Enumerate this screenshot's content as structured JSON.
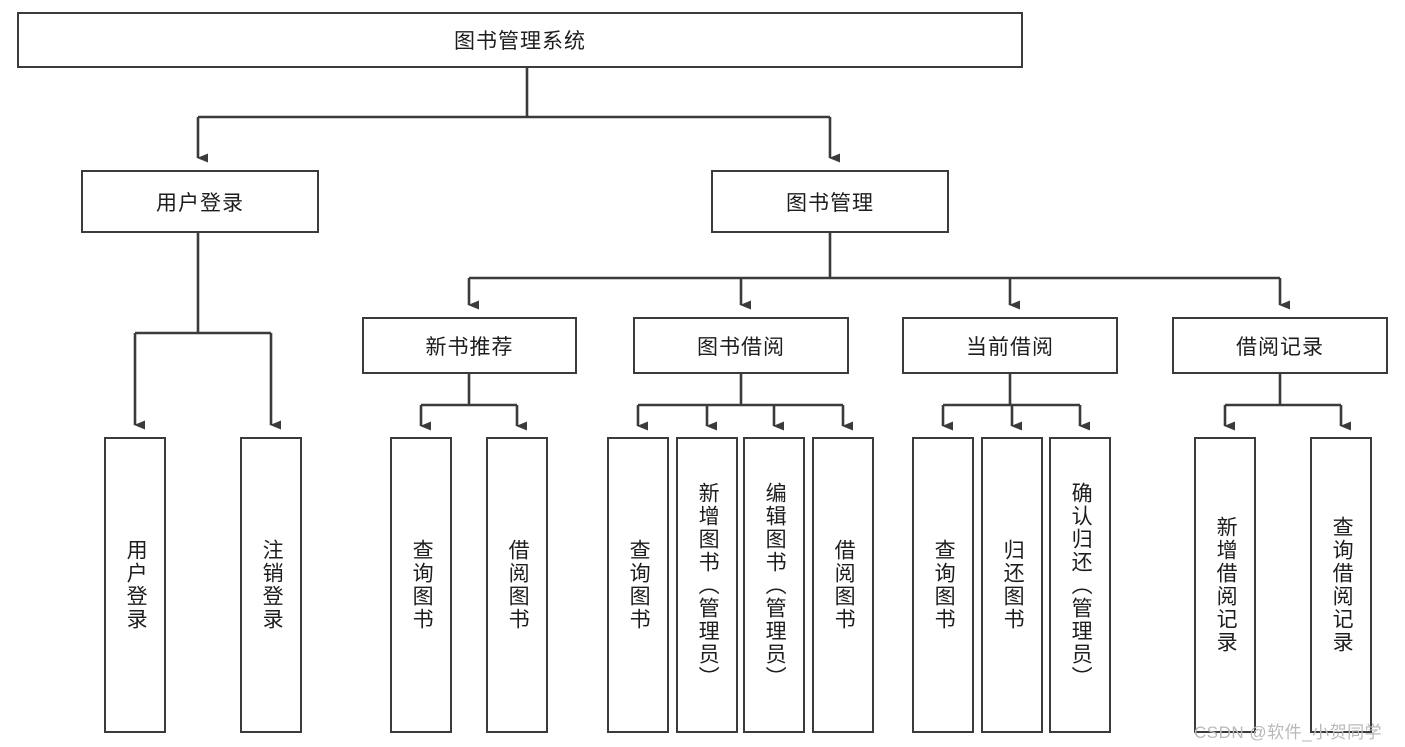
{
  "diagram": {
    "type": "tree-hierarchy",
    "title": "图书管理系统",
    "root": {
      "id": "root",
      "label": "图书管理系统",
      "level": 0,
      "orientation": "horizontal"
    },
    "level1": [
      {
        "id": "user-login",
        "label": "用户登录",
        "orientation": "horizontal"
      },
      {
        "id": "book-management",
        "label": "图书管理",
        "orientation": "horizontal"
      }
    ],
    "level2": [
      {
        "id": "new-book-recommend",
        "label": "新书推荐",
        "parent": "book-management",
        "orientation": "horizontal"
      },
      {
        "id": "book-borrow",
        "label": "图书借阅",
        "parent": "book-management",
        "orientation": "horizontal"
      },
      {
        "id": "current-borrow",
        "label": "当前借阅",
        "parent": "book-management",
        "orientation": "horizontal"
      },
      {
        "id": "borrow-record",
        "label": "借阅记录",
        "parent": "book-management",
        "orientation": "horizontal"
      }
    ],
    "leaves": [
      {
        "id": "leaf-user-login",
        "label": "用户登录",
        "parent": "user-login",
        "orientation": "vertical"
      },
      {
        "id": "leaf-logout-login",
        "label": "注销登录",
        "parent": "user-login",
        "orientation": "vertical"
      },
      {
        "id": "leaf-query-book-1",
        "label": "查询图书",
        "parent": "new-book-recommend",
        "orientation": "vertical"
      },
      {
        "id": "leaf-borrow-book-1",
        "label": "借阅图书",
        "parent": "new-book-recommend",
        "orientation": "vertical"
      },
      {
        "id": "leaf-query-book-2",
        "label": "查询图书",
        "parent": "book-borrow",
        "orientation": "vertical"
      },
      {
        "id": "leaf-add-book",
        "label": "新增图书（管理员）",
        "parent": "book-borrow",
        "orientation": "vertical"
      },
      {
        "id": "leaf-edit-book",
        "label": "编辑图书（管理员）",
        "parent": "book-borrow",
        "orientation": "vertical"
      },
      {
        "id": "leaf-borrow-book-2",
        "label": "借阅图书",
        "parent": "book-borrow",
        "orientation": "vertical"
      },
      {
        "id": "leaf-query-book-3",
        "label": "查询图书",
        "parent": "current-borrow",
        "orientation": "vertical"
      },
      {
        "id": "leaf-return-book",
        "label": "归还图书",
        "parent": "current-borrow",
        "orientation": "vertical"
      },
      {
        "id": "leaf-confirm-return",
        "label": "确认归还（管理员）",
        "parent": "current-borrow",
        "orientation": "vertical"
      },
      {
        "id": "leaf-add-record",
        "label": "新增借阅记录",
        "parent": "borrow-record",
        "orientation": "vertical"
      },
      {
        "id": "leaf-query-record",
        "label": "查询借阅记录",
        "parent": "borrow-record",
        "orientation": "vertical"
      }
    ],
    "watermark": "CSDN @软件_小贺同学",
    "colors": {
      "stroke": "#3b3b3b",
      "fill": "#ffffff",
      "text": "#1d1d1d",
      "watermark": "#b9b9b9"
    }
  }
}
